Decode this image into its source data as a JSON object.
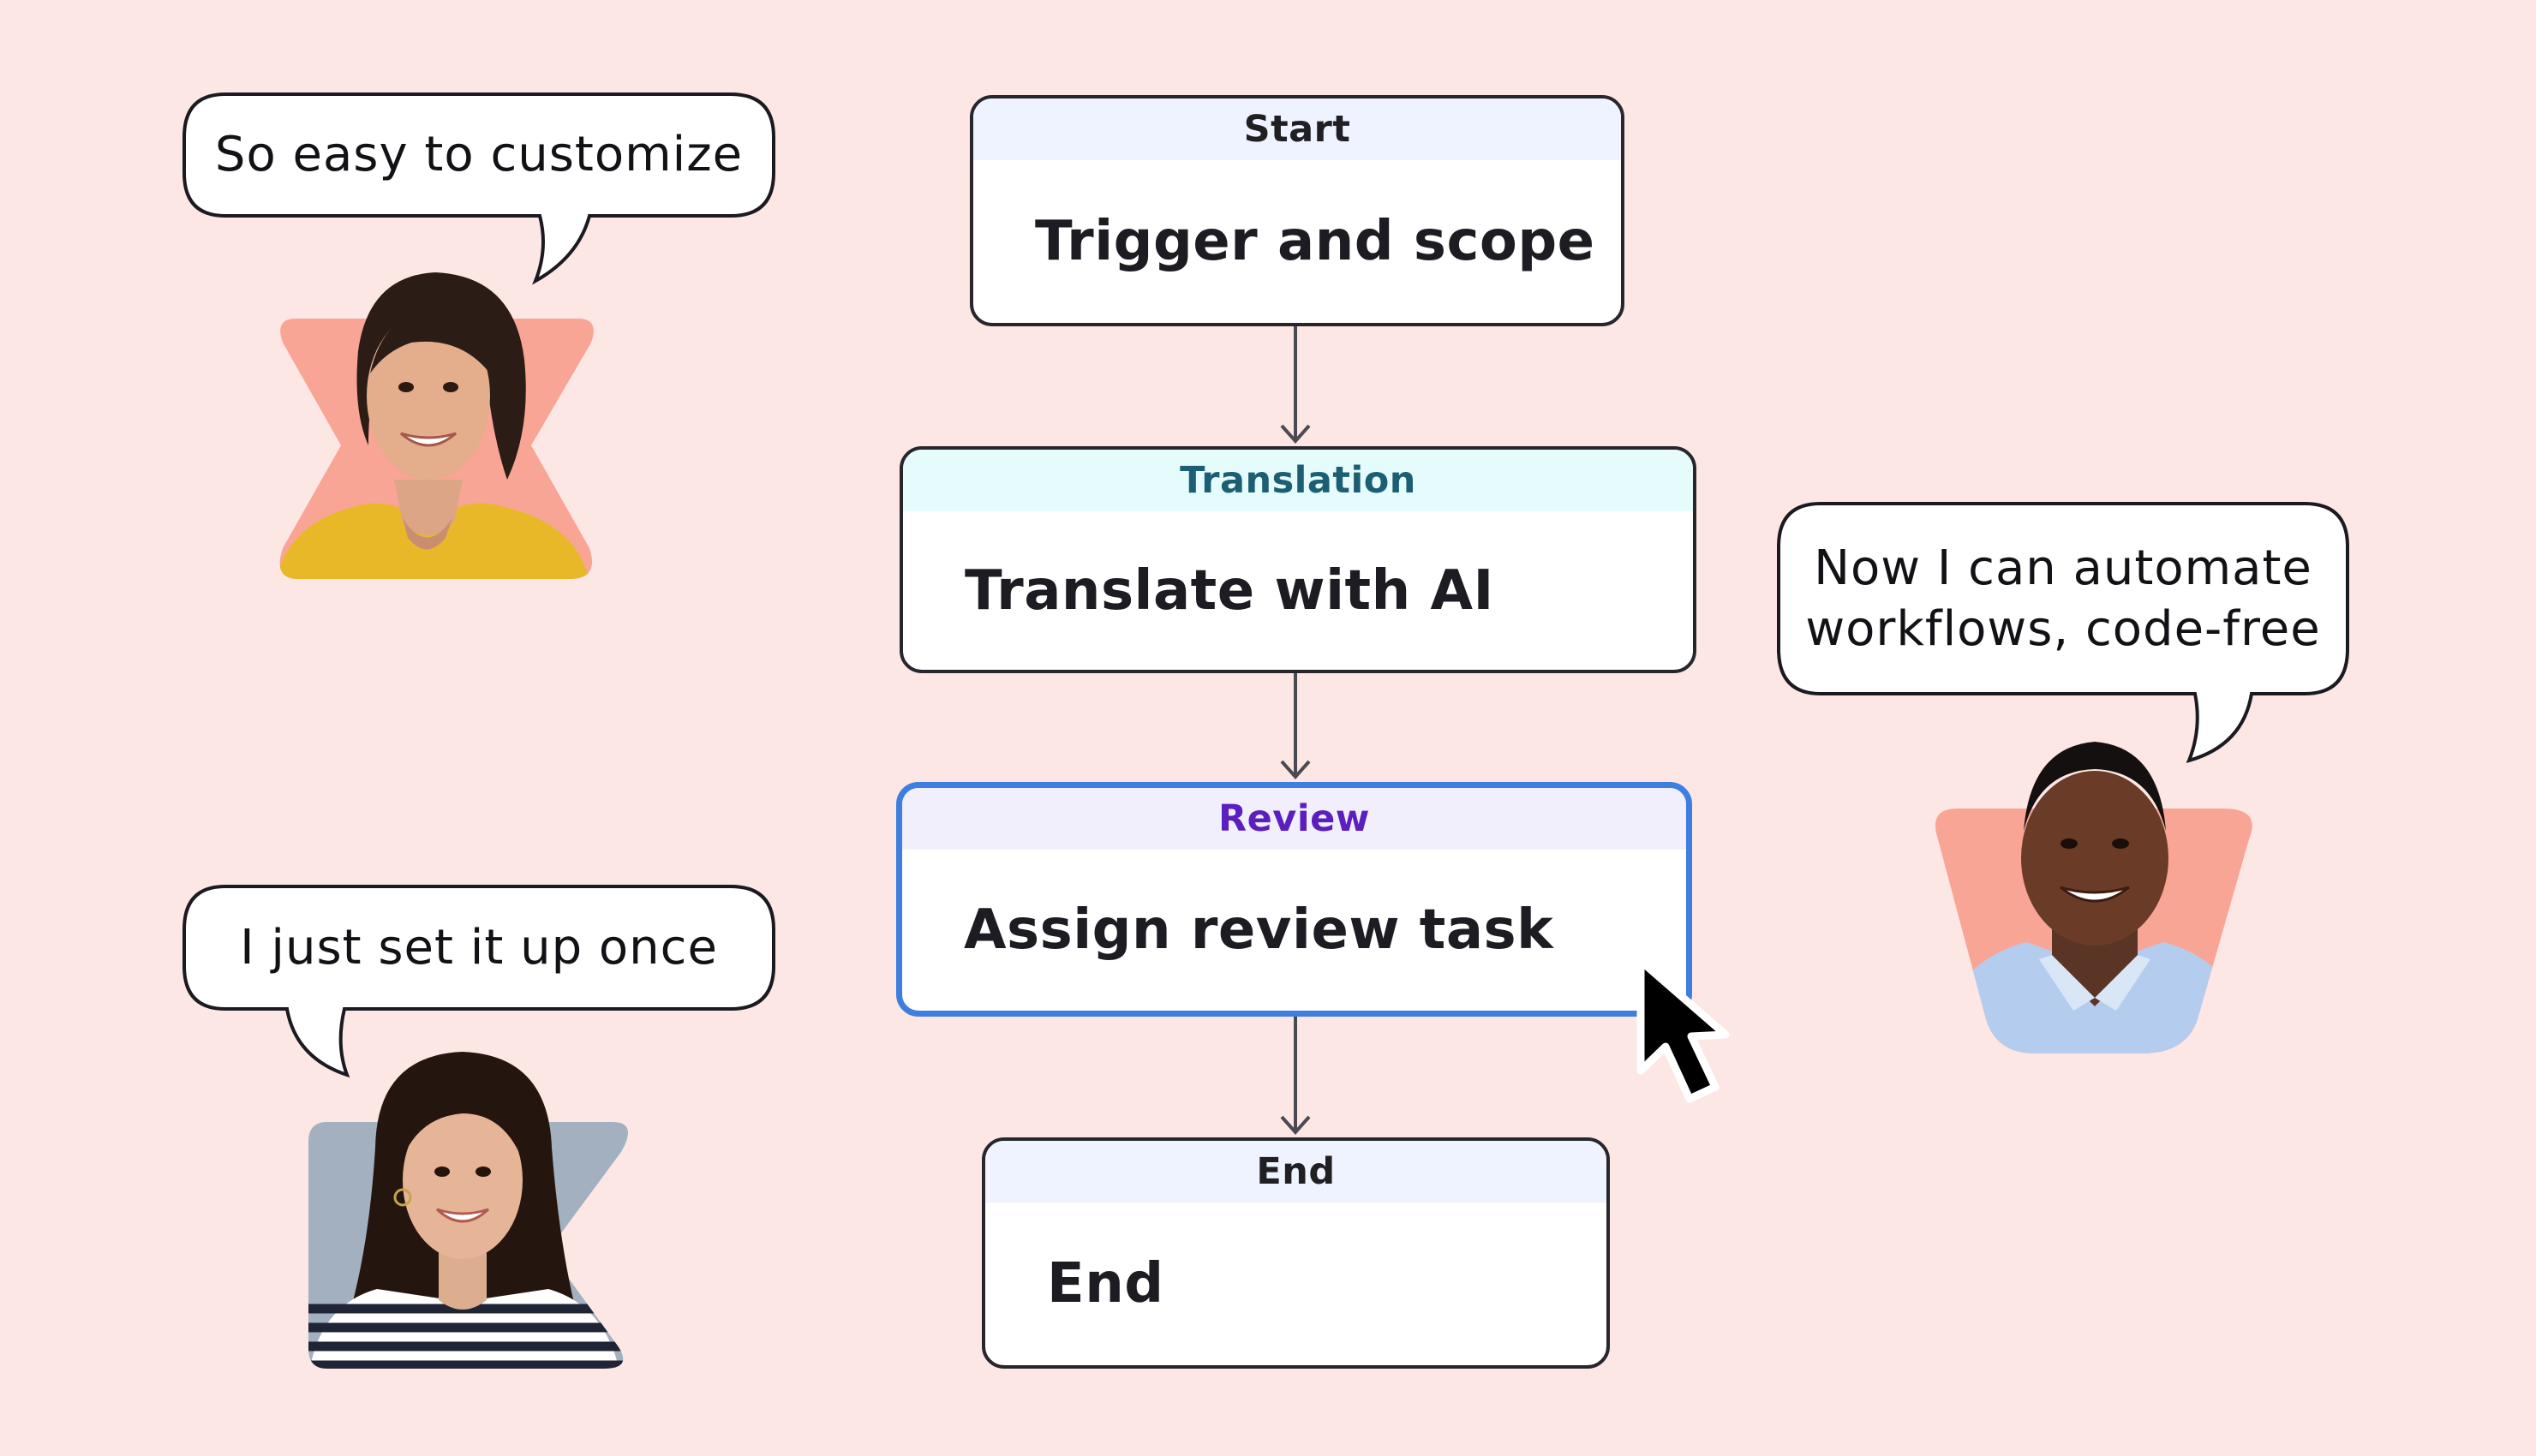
{
  "flow": {
    "nodes": [
      {
        "header": "Start",
        "title": "Trigger and scope"
      },
      {
        "header": "Translation",
        "title": "Translate with AI"
      },
      {
        "header": "Review",
        "title": "Assign review task"
      },
      {
        "header": "End",
        "title": "End"
      }
    ]
  },
  "bubbles": [
    {
      "lines": [
        "So easy to customize"
      ]
    },
    {
      "lines": [
        "Now I can automate",
        "workflows, code-free"
      ]
    },
    {
      "lines": [
        "I just set it up once"
      ]
    }
  ],
  "colors": {
    "background": "#fde7e5",
    "selected_border": "#3d7ee0",
    "translation_header": "#1c5e74",
    "review_header": "#5b1fbf",
    "accent_salmon": "#f9a596",
    "accent_slate": "#a3b0c0"
  },
  "icons": [
    "mouse-pointer-icon"
  ]
}
